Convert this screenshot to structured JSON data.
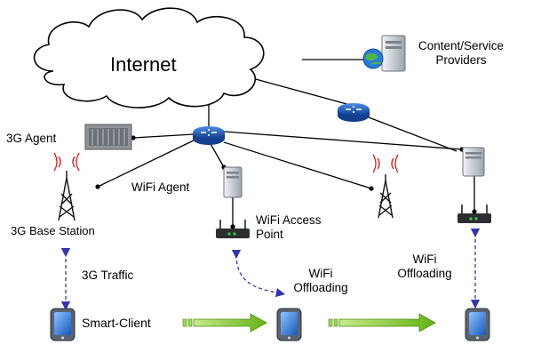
{
  "diagram": {
    "internet": "Internet",
    "content_providers": "Content/Service\nProviders",
    "agent_3g": "3G Agent",
    "wifi_agent": "WiFi Agent",
    "base_station_3g": "3G Base Station",
    "wifi_access_point": "WiFi Access\nPoint",
    "traffic_3g": "3G Traffic",
    "wifi_offloading_center": "WiFi\nOffloading",
    "wifi_offloading_right": "WiFi\nOffloading",
    "smart_client": "Smart-Client"
  },
  "colors": {
    "cloud_fill": "#ffffff",
    "cloud_stroke": "#000000",
    "router": "#1f63c8",
    "arrow_fill": "#76c61d",
    "dashed_arrow": "#3436a8",
    "tower_waves": "#d21c1c"
  }
}
